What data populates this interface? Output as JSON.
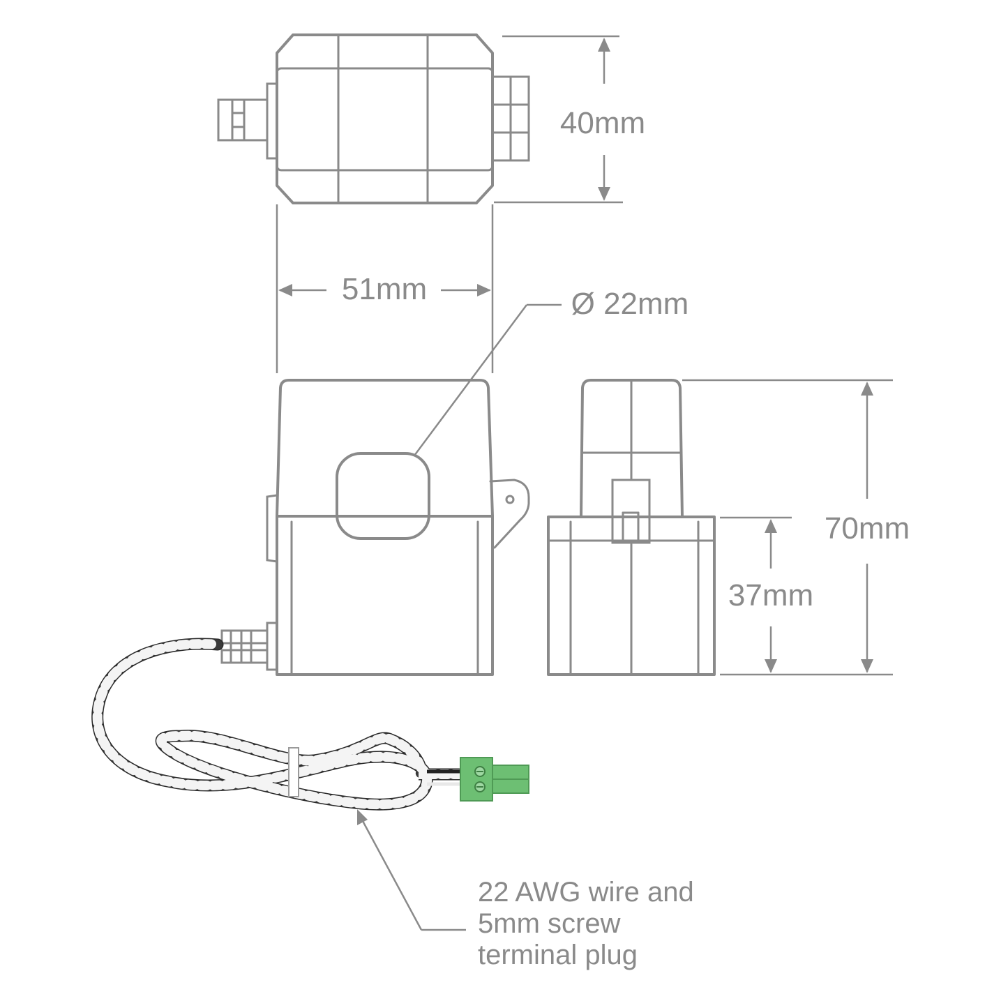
{
  "dimensions": {
    "height_top": "40mm",
    "width": "51mm",
    "aperture": "Ø 22mm",
    "height_total": "70mm",
    "height_lower": "37mm"
  },
  "cable_note": {
    "line1": "22 AWG wire and",
    "line2": "5mm screw",
    "line3": "terminal plug"
  },
  "colors": {
    "outline": "#8a8a8a",
    "wire_dark": "#3a3a3a",
    "wire_light": "#f4f4f4",
    "connector": "#6dbf73"
  },
  "icons": [
    "ct-sensor-top-view",
    "ct-sensor-front-view",
    "ct-sensor-side-view",
    "twisted-pair-cable",
    "screw-terminal-plug"
  ]
}
